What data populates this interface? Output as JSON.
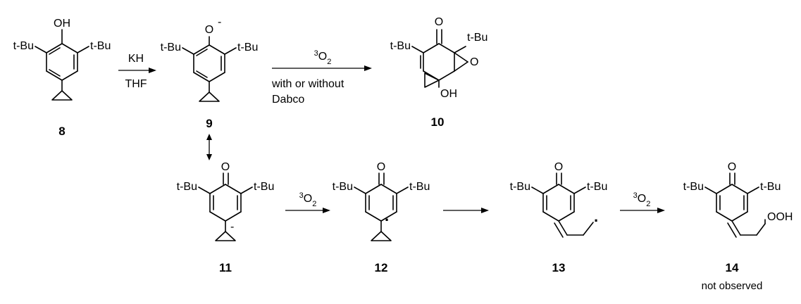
{
  "compounds": {
    "c8": {
      "number": "8",
      "sub_left": "t-Bu",
      "sub_right": "t-Bu",
      "top_group": "OH"
    },
    "c9": {
      "number": "9",
      "sub_left": "t-Bu",
      "sub_right": "t-Bu",
      "top_group": "O",
      "charge": "-"
    },
    "c10": {
      "number": "10",
      "sub_left": "t-Bu",
      "sub_right": "t-Bu",
      "top_group": "O",
      "epoxide_o": "O",
      "hydroxyl": "OH"
    },
    "c11": {
      "number": "11",
      "sub_left": "t-Bu",
      "sub_right": "t-Bu",
      "top_group": "O",
      "charge": "-"
    },
    "c12": {
      "number": "12",
      "sub_left": "t-Bu",
      "sub_right": "t-Bu",
      "top_group": "O",
      "radical": "·"
    },
    "c13": {
      "number": "13",
      "sub_left": "t-Bu",
      "sub_right": "t-Bu",
      "top_group": "O",
      "radical": "·"
    },
    "c14": {
      "number": "14",
      "sub_left": "t-Bu",
      "sub_right": "t-Bu",
      "top_group": "O",
      "hydroperoxide": "OOH",
      "note": "not observed"
    }
  },
  "reagents": {
    "r1": {
      "above": "KH",
      "below": "THF"
    },
    "r2": {
      "above_sup": "3",
      "above_main": "O",
      "above_sub": "2",
      "below_1": "with or without",
      "below_2": "Dabco"
    },
    "r3": {
      "above_sup": "3",
      "above_main": "O",
      "above_sub": "2"
    },
    "r4": {
      "above_sup": "3",
      "above_main": "O",
      "above_sub": "2"
    }
  }
}
